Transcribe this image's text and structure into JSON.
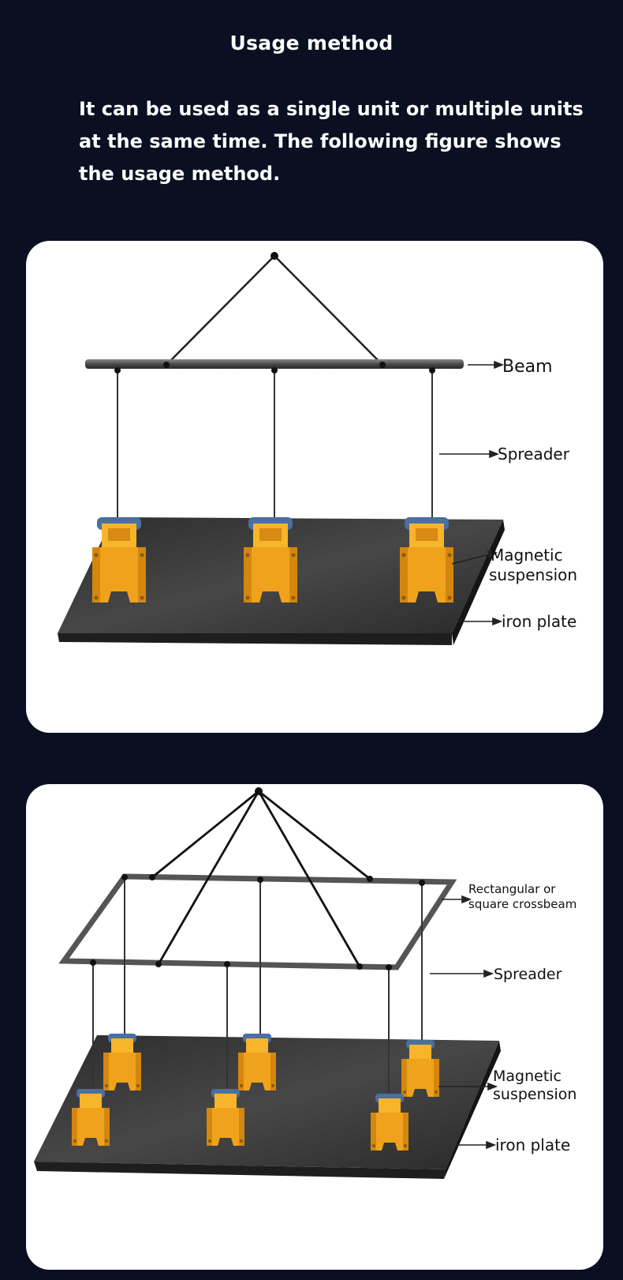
{
  "header": {
    "title": "Usage method",
    "intro": "It can be used as a single unit or multiple units at the same time. The following figure shows the usage method."
  },
  "diagram1": {
    "labels": {
      "beam": "Beam",
      "spreader": "Spreader",
      "magnetic_line1": "Magnetic",
      "magnetic_line2": "suspension",
      "iron_plate": "iron plate"
    }
  },
  "diagram2": {
    "labels": {
      "crossbeam_line1": "Rectangular or",
      "crossbeam_line2": "square crossbeam",
      "spreader": "Spreader",
      "magnetic_line1": "Magnetic",
      "magnetic_line2": "suspension",
      "iron_plate": "iron plate"
    }
  },
  "colors": {
    "page_background": "#0b0f22",
    "panel_background": "#ffffff",
    "magnet_body": "#f0a21c",
    "iron_plate": "#3a3a3a"
  }
}
